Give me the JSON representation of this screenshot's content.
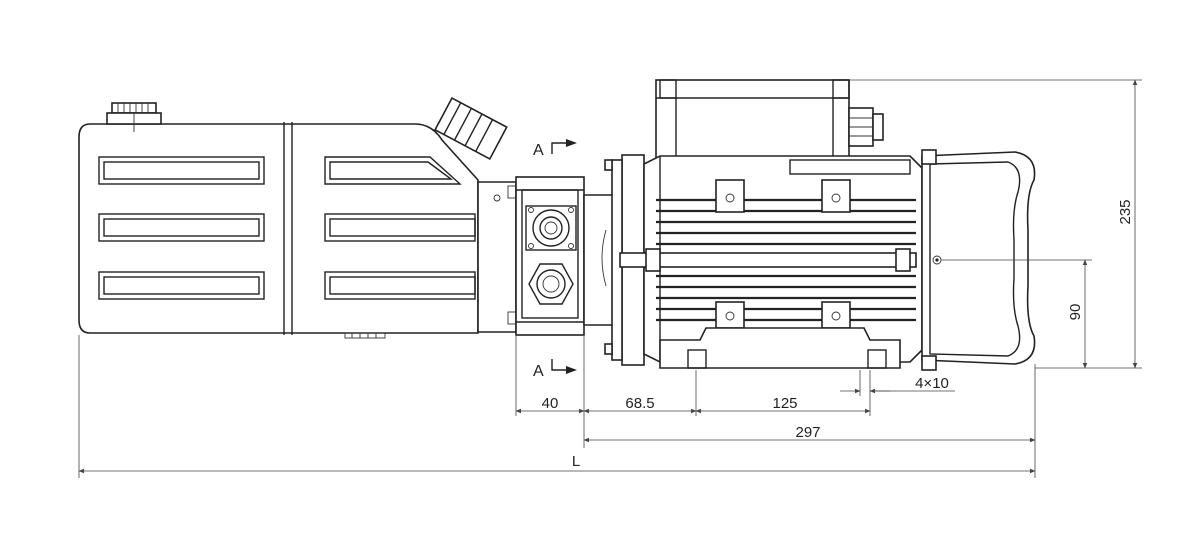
{
  "diagram": {
    "section_label_top": "A",
    "section_label_bottom": "A",
    "dimensions": {
      "d40": "40",
      "d68_5": "68.5",
      "d125": "125",
      "d4x10": "4×10",
      "d297": "297",
      "dL": "L",
      "d235": "235",
      "d90": "90"
    }
  },
  "colors": {
    "line": "#222222",
    "background": "#ffffff"
  }
}
